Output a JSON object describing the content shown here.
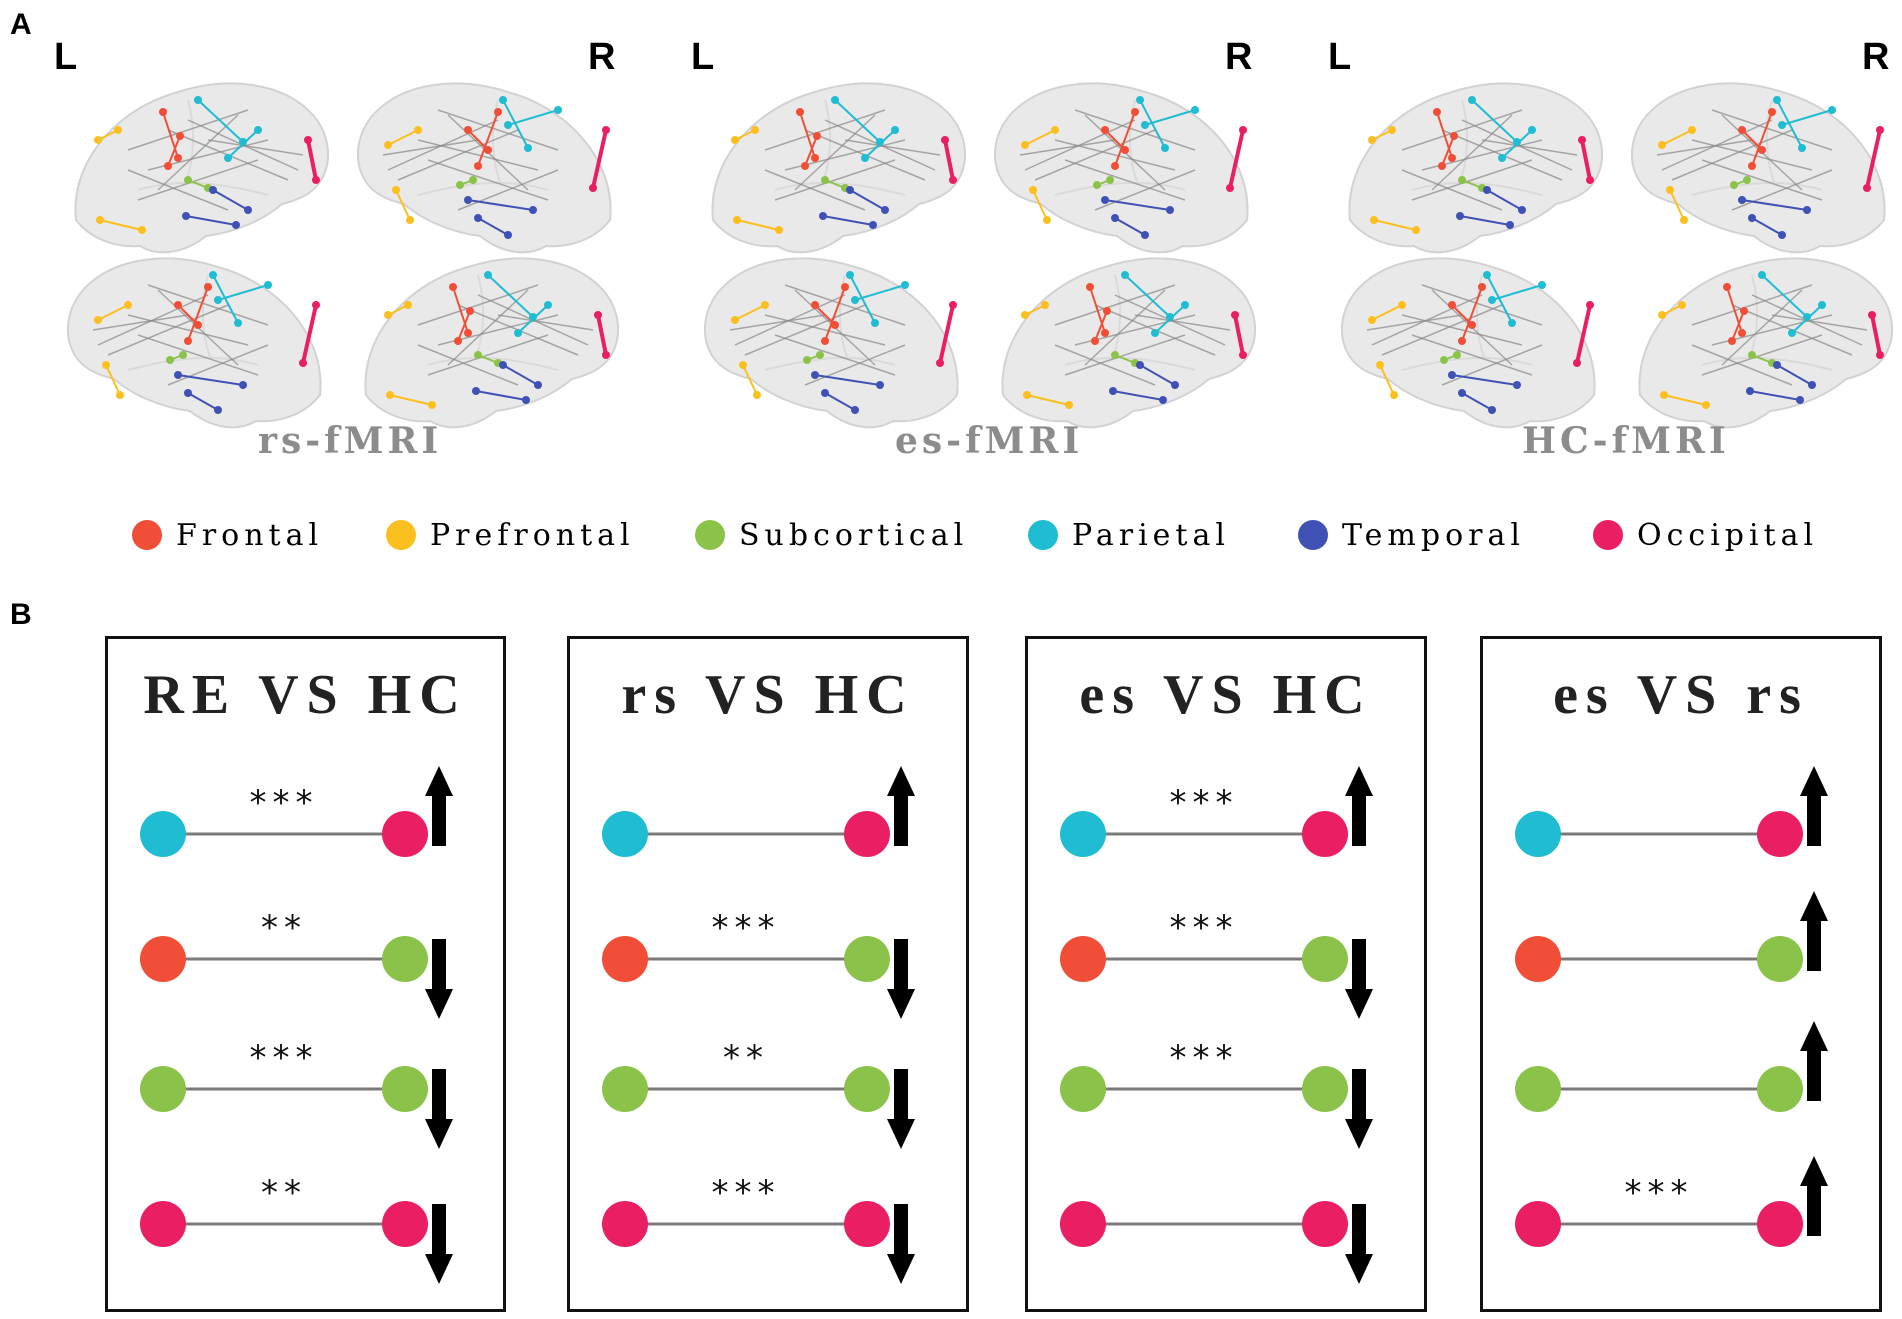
{
  "panel_labels": {
    "a": "A",
    "b": "B"
  },
  "hemispheres": {
    "left": "L",
    "right": "R"
  },
  "conditions": [
    {
      "label": "rs-fMRI"
    },
    {
      "label": "es-fMRI"
    },
    {
      "label": "HC-fMRI"
    }
  ],
  "regions": {
    "frontal": {
      "label": "Frontal",
      "color": "#f04e37"
    },
    "prefrontal": {
      "label": "Prefrontal",
      "color": "#fbbf1f"
    },
    "subcortical": {
      "label": "Subcortical",
      "color": "#8bc34a"
    },
    "parietal": {
      "label": "Parietal",
      "color": "#1fbcd2"
    },
    "temporal": {
      "label": "Temporal",
      "color": "#3f51b5"
    },
    "occipital": {
      "label": "Occipital",
      "color": "#e91e63"
    }
  },
  "legend_order": [
    "frontal",
    "prefrontal",
    "subcortical",
    "parietal",
    "temporal",
    "occipital"
  ],
  "comparisons": [
    {
      "title": "RE VS HC",
      "rows": [
        {
          "from": "parietal",
          "to": "occipital",
          "sig": "***",
          "direction": "up"
        },
        {
          "from": "frontal",
          "to": "subcortical",
          "sig": "**",
          "direction": "down"
        },
        {
          "from": "subcortical",
          "to": "subcortical",
          "sig": "***",
          "direction": "down"
        },
        {
          "from": "occipital",
          "to": "occipital",
          "sig": "**",
          "direction": "down"
        }
      ]
    },
    {
      "title": "rs VS HC",
      "rows": [
        {
          "from": "parietal",
          "to": "occipital",
          "sig": "",
          "direction": "up"
        },
        {
          "from": "frontal",
          "to": "subcortical",
          "sig": "***",
          "direction": "down"
        },
        {
          "from": "subcortical",
          "to": "subcortical",
          "sig": "**",
          "direction": "down"
        },
        {
          "from": "occipital",
          "to": "occipital",
          "sig": "***",
          "direction": "down"
        }
      ]
    },
    {
      "title": "es VS HC",
      "rows": [
        {
          "from": "parietal",
          "to": "occipital",
          "sig": "***",
          "direction": "up"
        },
        {
          "from": "frontal",
          "to": "subcortical",
          "sig": "***",
          "direction": "down"
        },
        {
          "from": "subcortical",
          "to": "subcortical",
          "sig": "***",
          "direction": "down"
        },
        {
          "from": "occipital",
          "to": "occipital",
          "sig": "",
          "direction": "down"
        }
      ]
    },
    {
      "title": "es VS rs",
      "rows": [
        {
          "from": "parietal",
          "to": "occipital",
          "sig": "",
          "direction": "up"
        },
        {
          "from": "frontal",
          "to": "subcortical",
          "sig": "",
          "direction": "up"
        },
        {
          "from": "subcortical",
          "to": "subcortical",
          "sig": "",
          "direction": "up"
        },
        {
          "from": "occipital",
          "to": "occipital",
          "sig": "***",
          "direction": "up"
        }
      ]
    }
  ]
}
